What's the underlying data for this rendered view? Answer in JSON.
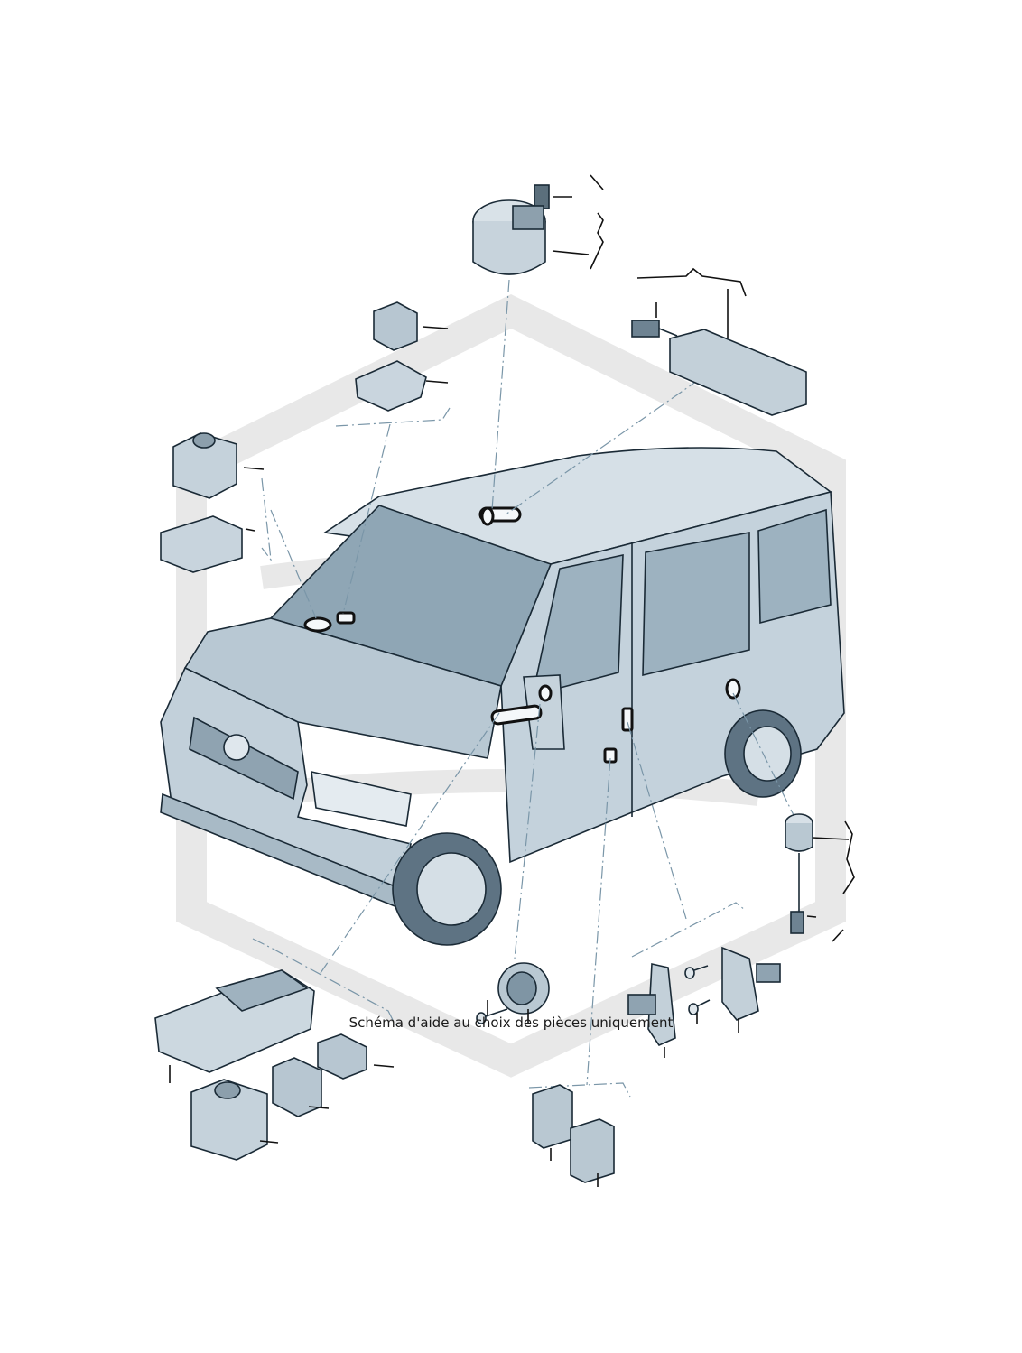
{
  "caption": "Schéma d'aide au choix des pièces uniquement",
  "colors": {
    "body_fill": "#c9d6df",
    "body_shade": "#9fb3c2",
    "glass": "#8fa6b5",
    "leader": "#7a96a8",
    "watermark": "#e6e6e6",
    "outline": "#1a2a36"
  },
  "icons": [
    "van-body",
    "roof-switch-unit",
    "control-module",
    "window-switch",
    "mirror-adjust-knob",
    "door-contact-switch",
    "door-lock-button",
    "screw"
  ]
}
